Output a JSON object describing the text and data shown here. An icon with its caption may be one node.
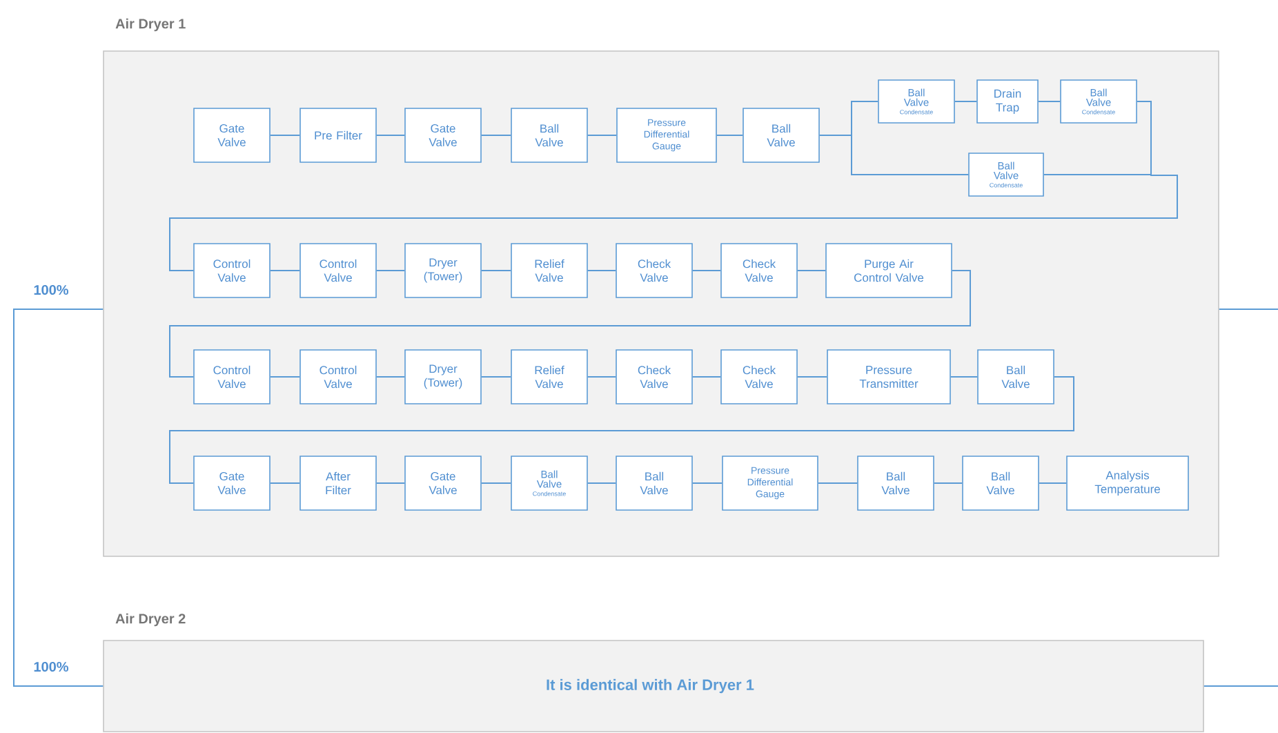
{
  "diagram": {
    "nodes": [
      {
        "text": [
          "Air Dryer 1"
        ]
      },
      {
        "text": [
          "Gate Valve"
        ],
        "in": 0
      },
      {
        "text": [
          "Pre Filter"
        ],
        "in": 0
      },
      {
        "text": [
          "Gate Valve"
        ],
        "in": 0
      },
      {
        "text": [
          "Ball Valve"
        ],
        "in": 0
      },
      {
        "text": [
          "Pressure Differential Gauge"
        ],
        "in": 0
      },
      {
        "text": [
          "Ball Valve"
        ],
        "in": 0
      },
      {
        "text": [
          "Ball Valve",
          "Condensate"
        ],
        "in": 0
      },
      {
        "text": [
          "Drain Trap"
        ],
        "in": 0
      },
      {
        "text": [
          "Ball Valve",
          "Condensate"
        ],
        "in": 0
      },
      {
        "text": [
          "Ball Valve",
          "Condensate"
        ],
        "in": 0
      },
      {
        "text": [
          "Control Valve"
        ],
        "in": 0
      },
      {
        "text": [
          "Control Valve"
        ],
        "in": 0
      },
      {
        "text": [
          "Dryer (Tower)"
        ],
        "in": 0
      },
      {
        "text": [
          "Relief Valve"
        ],
        "in": 0
      },
      {
        "text": [
          "Check Valve"
        ],
        "in": 0
      },
      {
        "text": [
          "Check Valve"
        ],
        "in": 0
      },
      {
        "text": [
          "Purge Air Control Valve"
        ],
        "in": 0
      },
      {
        "text": [
          "Control Valve"
        ],
        "in": 0
      },
      {
        "text": [
          "Control Valve"
        ],
        "in": 0
      },
      {
        "text": [
          "Dryer (Tower)"
        ],
        "in": 0
      },
      {
        "text": [
          "Relief Valve"
        ],
        "in": 0
      },
      {
        "text": [
          "Check Valve"
        ],
        "in": 0
      },
      {
        "text": [
          "Check Valve"
        ],
        "in": 0
      },
      {
        "text": [
          "Pressure Transmitter"
        ],
        "in": 0
      },
      {
        "text": [
          "Ball Valve"
        ],
        "in": 0
      },
      {
        "text": [
          "Gate Valve"
        ],
        "in": 0
      },
      {
        "text": [
          "After Filter"
        ],
        "in": 0
      },
      {
        "text": [
          "Gate Valve"
        ],
        "in": 0
      },
      {
        "text": [
          "Ball Valve",
          "Condensate"
        ],
        "in": 0
      },
      {
        "text": [
          "Ball Valve"
        ],
        "in": 0
      },
      {
        "text": [
          "Pressure Differential Gauge"
        ],
        "in": 0
      },
      {
        "text": [
          "Ball Valve"
        ],
        "in": 0
      },
      {
        "text": [
          "Ball Valve"
        ],
        "in": 0
      },
      {
        "text": [
          "Analysis Temperature"
        ],
        "in": 0
      },
      {
        "text": [
          "Air Dryer 2",
          "It is identical with Air Dryer 1"
        ]
      }
    ],
    "edges": [
      {
        "from": 1,
        "to": 2,
        "arrow": "none"
      },
      {
        "from": 2,
        "to": 3,
        "arrow": "none"
      },
      {
        "from": 3,
        "to": 4,
        "arrow": "none"
      },
      {
        "from": 4,
        "to": 5,
        "arrow": "none"
      },
      {
        "from": 5,
        "to": 6,
        "arrow": "none"
      },
      {
        "from": 6,
        "to": 7,
        "arrow": "none"
      },
      {
        "from": 6,
        "to": 10,
        "arrow": "none"
      },
      {
        "from": 7,
        "to": 8,
        "arrow": "none"
      },
      {
        "from": 8,
        "to": 9,
        "arrow": "none"
      },
      {
        "from": 9,
        "to": 11,
        "arrow": "none"
      },
      {
        "from": 10,
        "to": 11,
        "arrow": "none"
      },
      {
        "from": 11,
        "to": 12,
        "arrow": "none"
      },
      {
        "from": 12,
        "to": 13,
        "arrow": "none"
      },
      {
        "from": 13,
        "to": 14,
        "arrow": "none"
      },
      {
        "from": 14,
        "to": 15,
        "arrow": "none"
      },
      {
        "from": 15,
        "to": 16,
        "arrow": "none"
      },
      {
        "from": 16,
        "to": 17,
        "arrow": "none"
      },
      {
        "from": 17,
        "to": 18,
        "arrow": "none"
      },
      {
        "from": 18,
        "to": 19,
        "arrow": "none"
      },
      {
        "from": 19,
        "to": 20,
        "arrow": "none"
      },
      {
        "from": 20,
        "to": 21,
        "arrow": "none"
      },
      {
        "from": 21,
        "to": 22,
        "arrow": "none"
      },
      {
        "from": 22,
        "to": 23,
        "arrow": "none"
      },
      {
        "from": 23,
        "to": 24,
        "arrow": "none"
      },
      {
        "from": 24,
        "to": 25,
        "arrow": "none"
      },
      {
        "from": 25,
        "to": 26,
        "arrow": "none"
      },
      {
        "from": 26,
        "to": 27,
        "arrow": "none"
      },
      {
        "from": 27,
        "to": 28,
        "arrow": "none"
      },
      {
        "from": 28,
        "to": 29,
        "arrow": "none"
      },
      {
        "from": 29,
        "to": 30,
        "arrow": "none"
      },
      {
        "from": 30,
        "to": 31,
        "arrow": "none"
      },
      {
        "from": 31,
        "to": 32,
        "arrow": "none"
      },
      {
        "from": 32,
        "to": 33,
        "arrow": "none"
      },
      {
        "from": 33,
        "to": 34,
        "arrow": "none"
      },
      {
        "from": null,
        "to": 0,
        "arrow": "none",
        "label": "100%"
      },
      {
        "from": null,
        "to": 35,
        "arrow": "none",
        "label": "100%"
      },
      {
        "from": 0,
        "to": null,
        "arrow": "none"
      },
      {
        "from": 35,
        "to": null,
        "arrow": "none"
      }
    ]
  }
}
